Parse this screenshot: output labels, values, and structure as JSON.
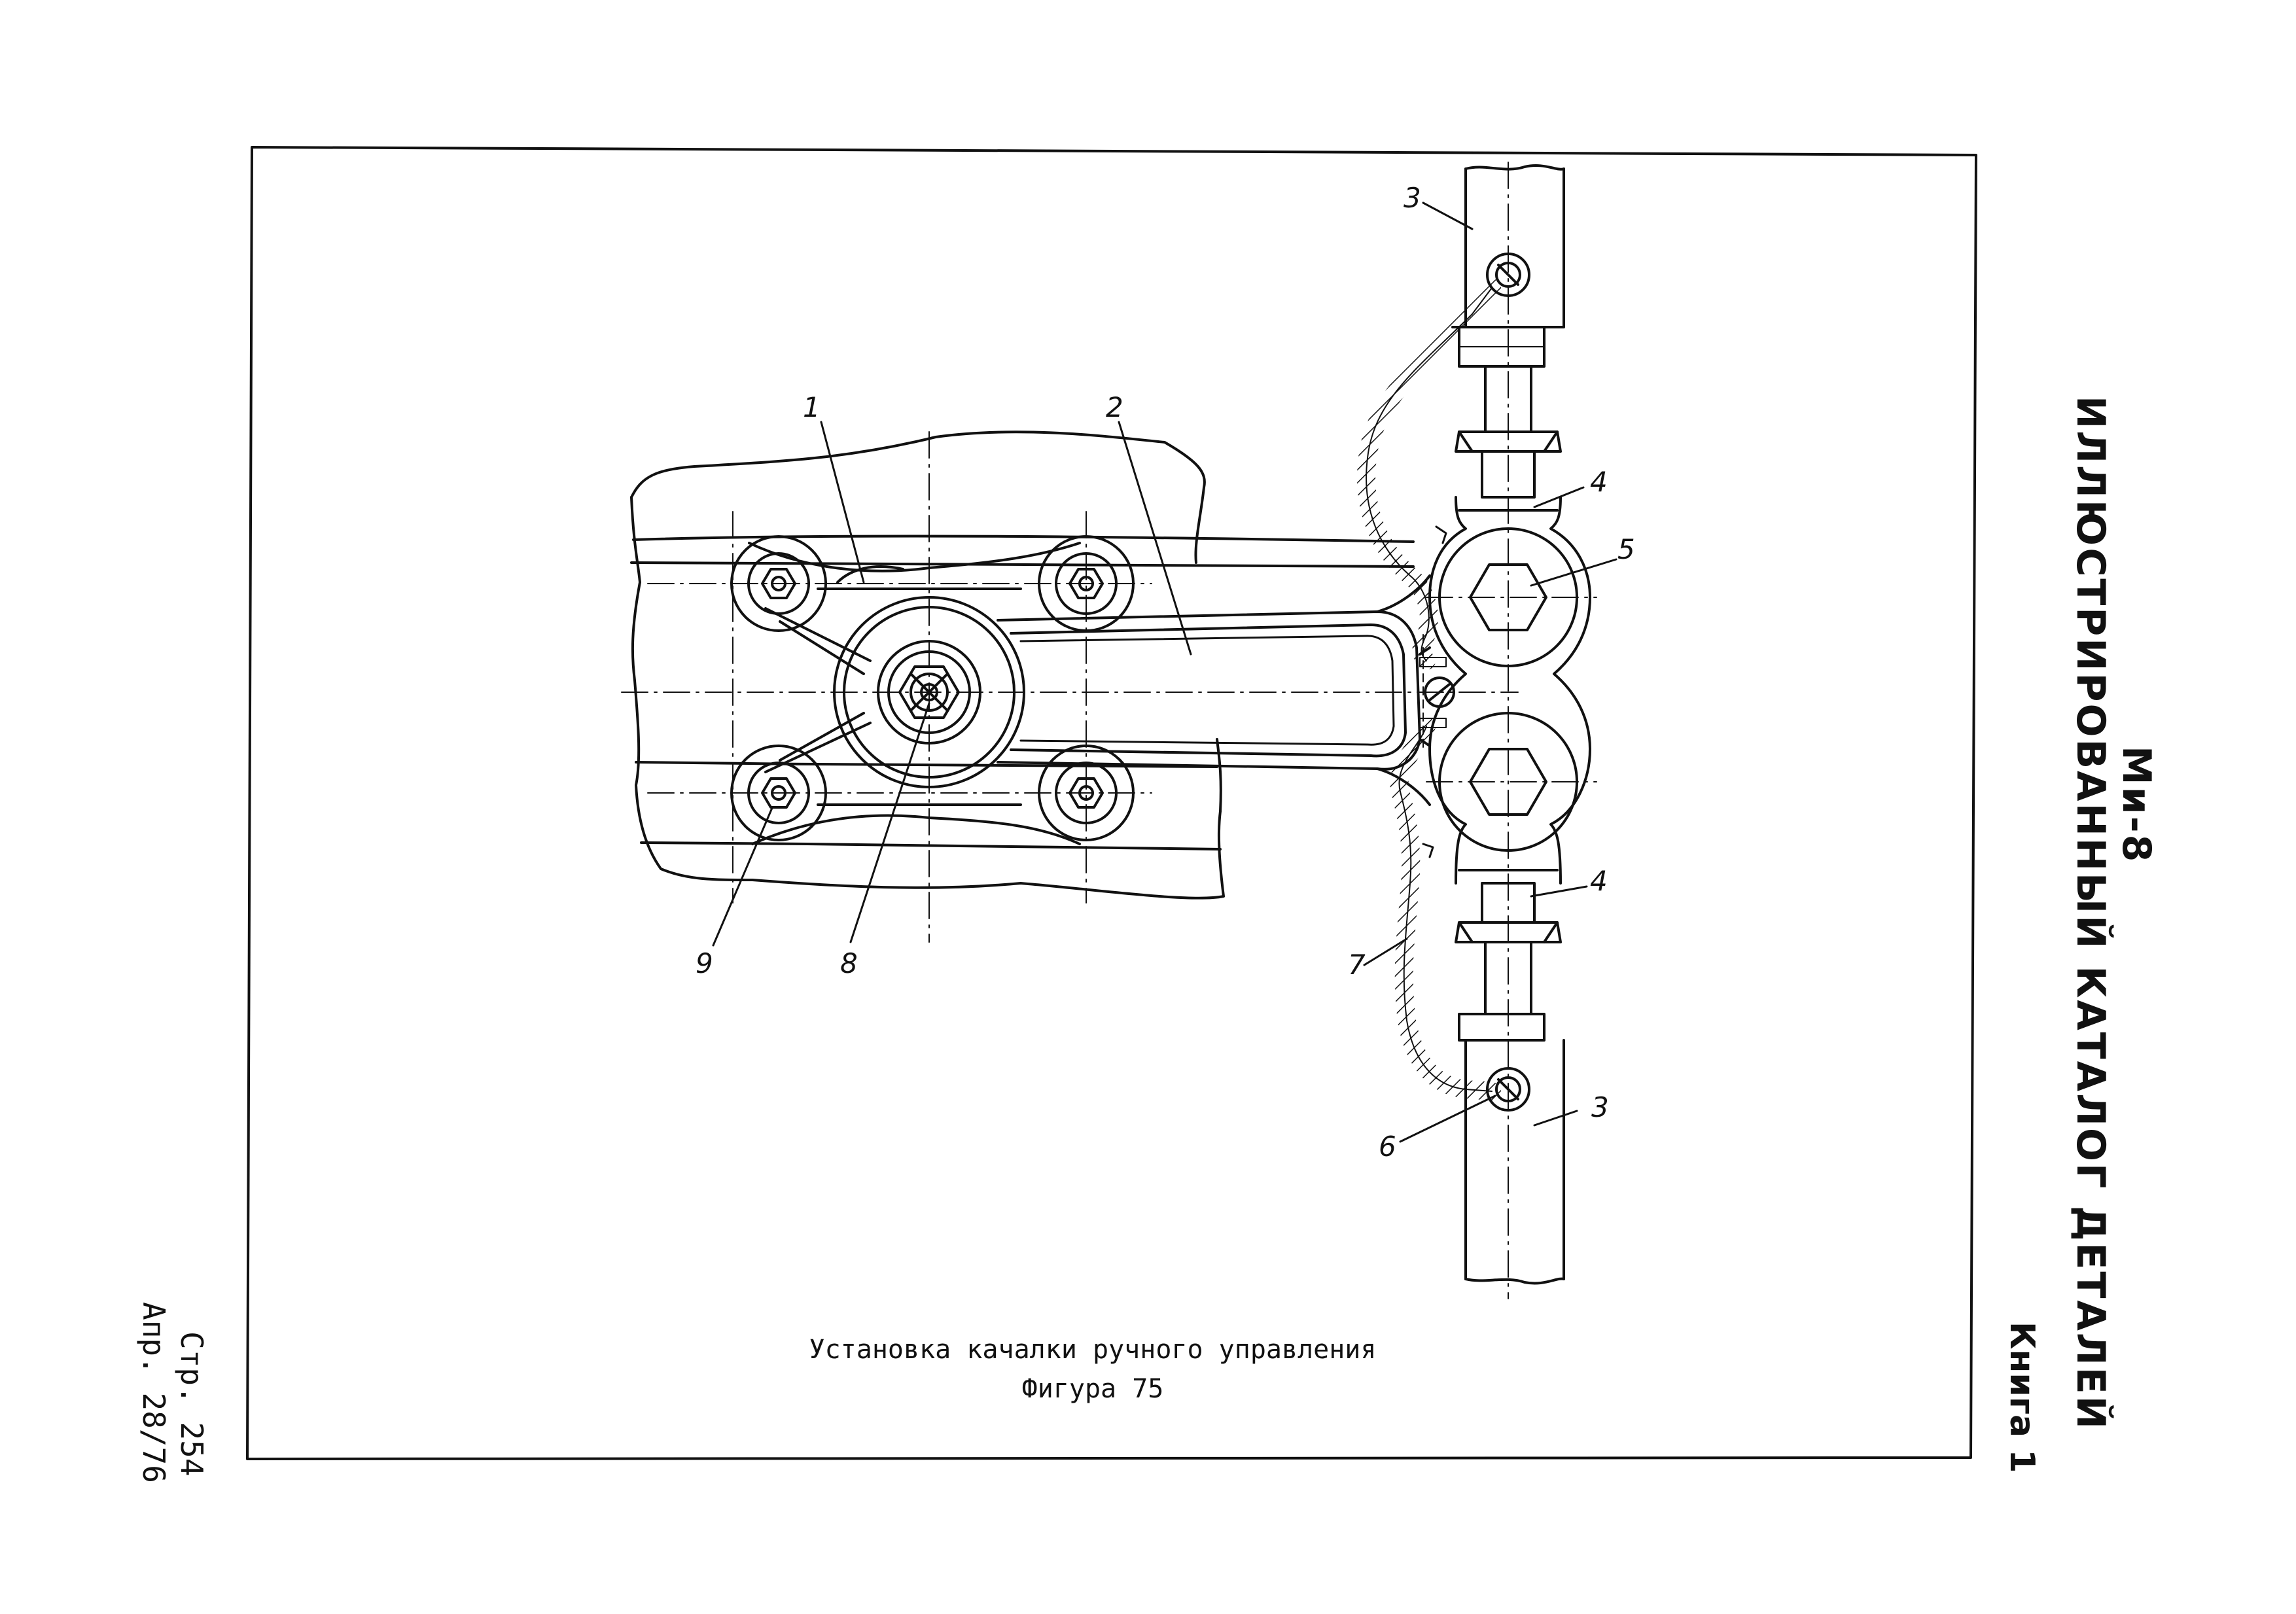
{
  "header": {
    "aircraft": "Ми-8",
    "catalog_title": "ИЛЛЮСТРИРОВАННЫЙ КАТАЛОГ ДЕТАЛЕЙ",
    "book": "Книга 1"
  },
  "footer": {
    "page": "Стр. 254",
    "revision_date": "Апр. 28/76"
  },
  "figure": {
    "caption": "Установка качалки ручного управления",
    "number": "Фигура 75"
  },
  "callouts": [
    "1",
    "2",
    "3",
    "3",
    "4",
    "4",
    "5",
    "6",
    "7",
    "8",
    "9"
  ],
  "colors": {
    "ink": "#111111",
    "paper": "#ffffff"
  }
}
